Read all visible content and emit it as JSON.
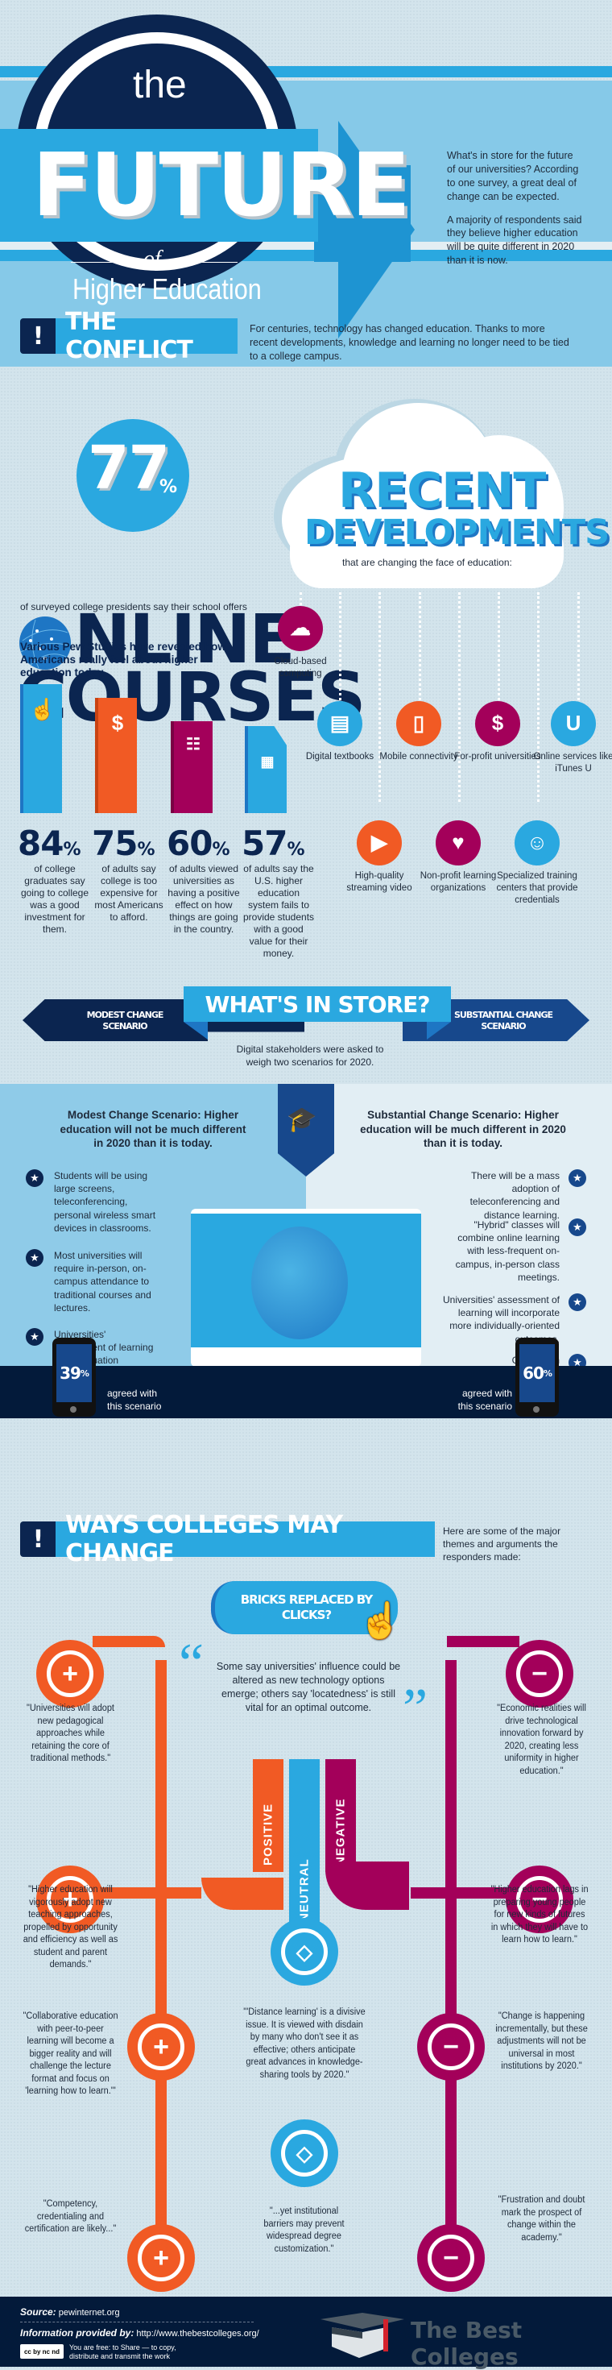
{
  "hero": {
    "the": "the",
    "future": "FUTURE",
    "of": "of",
    "higher_education": "Higher Education",
    "intro_p1": "What's in store for the future of our universities? According to one survey, a great deal of change can be expected.",
    "intro_p2": "A majority of respondents said they believe higher education will be quite different in 2020 than it is now."
  },
  "conflict": {
    "icon": "!",
    "title": "THE CONFLICT",
    "text": "For centuries, technology has changed education. Thanks to more recent developments, knowledge and learning no longer need to be tied to a college campus.",
    "stat_value": "77",
    "stat_unit": "%",
    "stat_desc": "of surveyed college presidents say their school offers",
    "online": "NLINE",
    "courses": "COURSES"
  },
  "recent": {
    "title1": "RECENT",
    "title2": "DEVELOPMENTS",
    "subtitle": "that are changing the face of education:",
    "items": [
      {
        "label": "Cloud-based computing",
        "icon": "cloud-icon",
        "glyph": "☁",
        "color": "#a3005a"
      },
      {
        "label": "Digital textbooks",
        "icon": "book-icon",
        "glyph": "▤",
        "color": "#2aa8e0"
      },
      {
        "label": "Mobile connectivity",
        "icon": "mobile-phone-icon",
        "glyph": "▯",
        "color": "#f15a24"
      },
      {
        "label": "For-profit universities",
        "icon": "dollar-icon",
        "glyph": "$",
        "color": "#a3005a"
      },
      {
        "label": "Online services like iTunes U",
        "icon": "itunes-u-icon",
        "glyph": "U",
        "color": "#2aa8e0"
      },
      {
        "label": "High-quality streaming video",
        "icon": "play-icon",
        "glyph": "▶",
        "color": "#f15a24"
      },
      {
        "label": "Non-profit learning organizations",
        "icon": "heart-icon",
        "glyph": "♥",
        "color": "#a3005a"
      },
      {
        "label": "Specialized training centers that provide credentials",
        "icon": "id-badge-icon",
        "glyph": "☺",
        "color": "#2aa8e0"
      }
    ]
  },
  "pew": {
    "heading": "Various Pew Studies have revealed how Americans really feel about higher education today.",
    "stats": [
      {
        "value": "84",
        "unit": "%",
        "desc": "of college graduates say going to college was a good investment for them.",
        "icon": "thumbs-up-icon",
        "glyph": "👍",
        "color": "#2aa8e0"
      },
      {
        "value": "75",
        "unit": "%",
        "desc": "of adults say college is too expensive for most Americans to afford.",
        "icon": "dollar-icon",
        "glyph": "$",
        "color": "#f15a24"
      },
      {
        "value": "60",
        "unit": "%",
        "desc": "of adults viewed universities as having a positive effect on how things are going in the country.",
        "icon": "presentation-chart-icon",
        "glyph": "📈",
        "color": "#a3005a"
      },
      {
        "value": "57",
        "unit": "%",
        "desc": "of adults say the U.S. higher education system fails to provide students with a good value for their money.",
        "icon": "money-icon",
        "glyph": "💵",
        "color": "#2aa8e0"
      }
    ]
  },
  "store": {
    "title": "WHAT'S IN STORE?",
    "left_arrow": "MODEST CHANGE SCENARIO",
    "right_arrow": "SUBSTANTIAL CHANGE SCENARIO",
    "subtitle": "Digital stakeholders were asked to weigh two scenarios for 2020."
  },
  "modest": {
    "title": "Modest Change Scenario: Higher education will not be much different in 2020 than it is today.",
    "bullets": [
      "Students will be using large screens, teleconferencing, personal wireless smart devices in classrooms.",
      "Most universities will require in-person, on-campus attendance to traditional courses and lectures.",
      "Universities' assessment of learning and graduation requirements will be about the same."
    ],
    "agree_value": "39",
    "agree_unit": "%",
    "agree_text": "agreed with this scenario"
  },
  "substantial": {
    "title": "Substantial Change Scenario: Higher education will be much different in 2020 than it is today.",
    "bullets": [
      "There will be a mass adoption of teleconferencing and distance learning.",
      "\"Hybrid\" classes will combine online learning with less-frequent on-campus, in-person class meetings.",
      "Universities' assessment of learning will incorporate more individually-oriented outcomes.",
      "Graduation requirements will significantly change"
    ],
    "agree_value": "60",
    "agree_unit": "%",
    "agree_text": "agreed with this scenario"
  },
  "ways": {
    "icon": "!",
    "title": "WAYS COLLEGES MAY CHANGE",
    "text": "Here are some of the major themes and arguments the responders made:",
    "bricks": "BRICKS REPLACED BY CLICKS?",
    "lead_quote": "Some say universities' influence could be altered as new technology options emerge; others say 'locatedness' is still vital for an optimal outcome.",
    "labels": {
      "positive": "POSITIVE",
      "neutral": "NEUTRAL",
      "negative": "NEGATIVE"
    },
    "positive": [
      "\"Universities will adopt new pedagogical approaches while retaining the core of traditional methods.\"",
      "\"Higher education will vigorously adopt new teaching approaches, propelled by opportunity and efficiency as well as student and parent demands.\"",
      "\"Collaborative education with peer-to-peer learning will become a bigger reality and will challenge the lecture format and focus on 'learning how to learn.'\"",
      "\"Competency, credentialing and certification are likely...\""
    ],
    "neutral": [
      "\"'Distance learning' is a divisive issue. It is viewed with disdain by many who don't see it as effective; others anticipate great advances in knowledge-sharing tools by 2020.\"",
      "\"...yet institutional barriers may prevent widespread degree customization.\""
    ],
    "negative": [
      "\"Economic realities will drive technological innovation forward by 2020, creating less uniformity in higher education.\"",
      "\"Higher education lags in preparing young people for new kinds of futures in which they will have to learn how to learn.\"",
      "\"Change is happening incrementally, but these adjustments will not be universal in most institutions by 2020.\"",
      "\"Frustration and doubt mark the prospect of change within the academy.\""
    ]
  },
  "footer": {
    "source_label": "Source:",
    "source_value": "pewinternet.org",
    "info_label": "Information provided by:",
    "info_value": "http://www.thebestcolleges.org/",
    "cc": "cc by nc nd",
    "license": "You are free: to Share — to copy, distribute and transmit the work",
    "brand": "The Best Colleges"
  },
  "colors": {
    "navy": "#0b2550",
    "blue": "#2aa8e0",
    "orange": "#f15a24",
    "magenta": "#a3005a",
    "background": "#d3e4ec"
  }
}
